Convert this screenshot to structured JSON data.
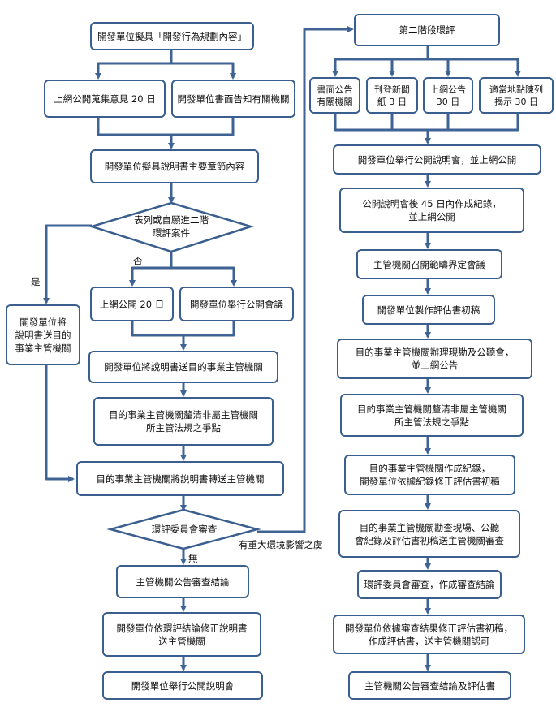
{
  "colors": {
    "border": "#3a5f8f",
    "arrow": "#3f6394",
    "text": "#111111"
  },
  "left": {
    "n1": "開發單位擬具「開發行為規劃內容」",
    "n2a": "上網公開蒐集意見 20 日",
    "n2b": "開發單位書面告知有關機關",
    "n3": "開發單位擬具說明書主要章節內容",
    "d1": "表列或自願進二階\n環評案件",
    "yes_label": "是",
    "no_label": "否",
    "side": "開發單位將\n說明書送目的\n事業主管機關",
    "n4a": "上網公開 20 日",
    "n4b": "開發單位舉行公開會議",
    "n5": "開發單位將說明書送目的事業主管機關",
    "n6": "目的事業主管機關釐清非屬主管機關\n所主管法規之爭點",
    "n7": "目的事業主管機關將說明書轉送主管機關",
    "d2": "環評委員會審查",
    "major_label": "有重大環境影響之虞",
    "none_label": "無",
    "n8": "主管機關公告審查結論",
    "n9": "開發單位依環評結論修正說明書\n送主管機關",
    "n10": "開發單位舉行公開說明會"
  },
  "right": {
    "r1": "第二階段環評",
    "r2a": "書面公告\n有關機關",
    "r2b": "刊登新聞\n紙 3 日",
    "r2c": "上網公告\n30 日",
    "r2d": "適當地點陳列\n揭示 30 日",
    "r3": "開發單位舉行公開說明會，並上網公開",
    "r4": "公開說明會後 45 日內作成紀錄，\n並上網公開",
    "r5": "主管機關召開範疇界定會議",
    "r6": "開發單位製作評估書初稿",
    "r7": "目的事業主管機關辦理現勘及公聽會，\n並上網公告",
    "r8": "目的事業主管機關釐清非屬主管機關\n所主管法規之爭點",
    "r9": "目的事業主管機關作成紀錄，\n開發單位依據紀錄修正評估書初稿",
    "r10": "目的事業主管機關勘查現場、公聽\n會紀錄及評估書初稿送主管機關審查",
    "r11": "環評委員會審查，作成審查結論",
    "r12": "開發單位依據審查結果修正評估書初稿，\n作成評估書，送主管機關認可",
    "r13": "主管機關公告審查結論及評估書"
  }
}
